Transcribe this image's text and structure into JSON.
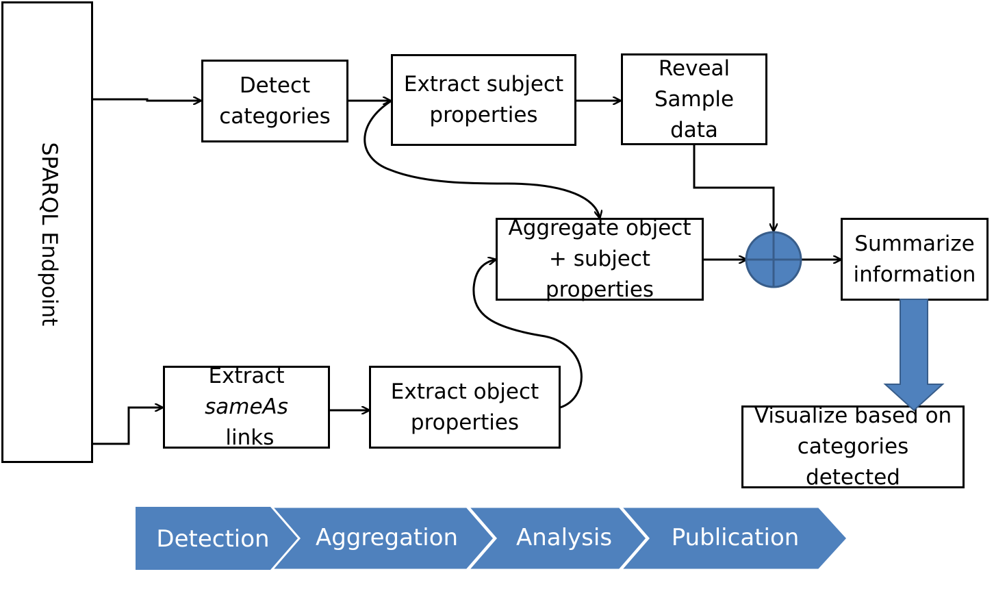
{
  "endpoint": {
    "label": "SPARQL Endpoint"
  },
  "steps": {
    "detect_categories": [
      "Detect",
      "categories"
    ],
    "extract_subject": [
      "Extract subject",
      "properties"
    ],
    "reveal_sample": [
      "Reveal",
      "Sample",
      "data"
    ],
    "aggregate": [
      "Aggregate object",
      "+ subject",
      "properties"
    ],
    "summarize": [
      "Summarize",
      "information"
    ],
    "extract_sameas": {
      "line1": "Extract",
      "line2_italic": "sameAs",
      "line2_rest": " links"
    },
    "extract_object": [
      "Extract object",
      "properties"
    ],
    "visualize": [
      "Visualize based on",
      "categories",
      "detected"
    ]
  },
  "phases": [
    "Detection",
    "Aggregation",
    "Analysis",
    "Publication"
  ],
  "colors": {
    "phase_fill": "#4f81bd",
    "phase_text": "#ffffff",
    "arrow_fill": "#4f81bd",
    "arrow_stroke": "#385d8a",
    "line": "#000000"
  }
}
